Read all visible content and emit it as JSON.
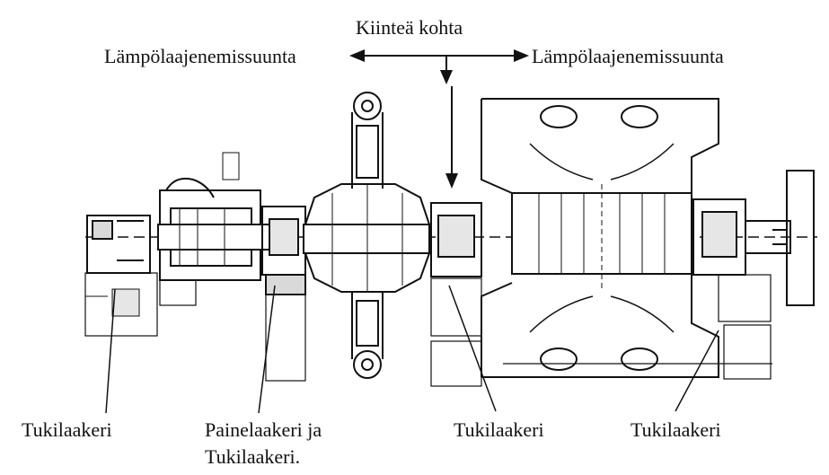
{
  "header": {
    "fixed_point": "Kiinteä kohta",
    "expansion_left": "Lämpölaajenemissuunta",
    "expansion_right": "Lämpölaajenemissuunta"
  },
  "bearings": {
    "support_left": "Tukilaakeri",
    "thrust_line1": "Painelaakeri ja",
    "thrust_line2": "Tukilaakeri.",
    "support_middle": "Tukilaakeri",
    "support_right": "Tukilaakeri"
  },
  "colors": {
    "ink": "#111111",
    "paper": "#ffffff",
    "shade": "#d9d9d9"
  }
}
